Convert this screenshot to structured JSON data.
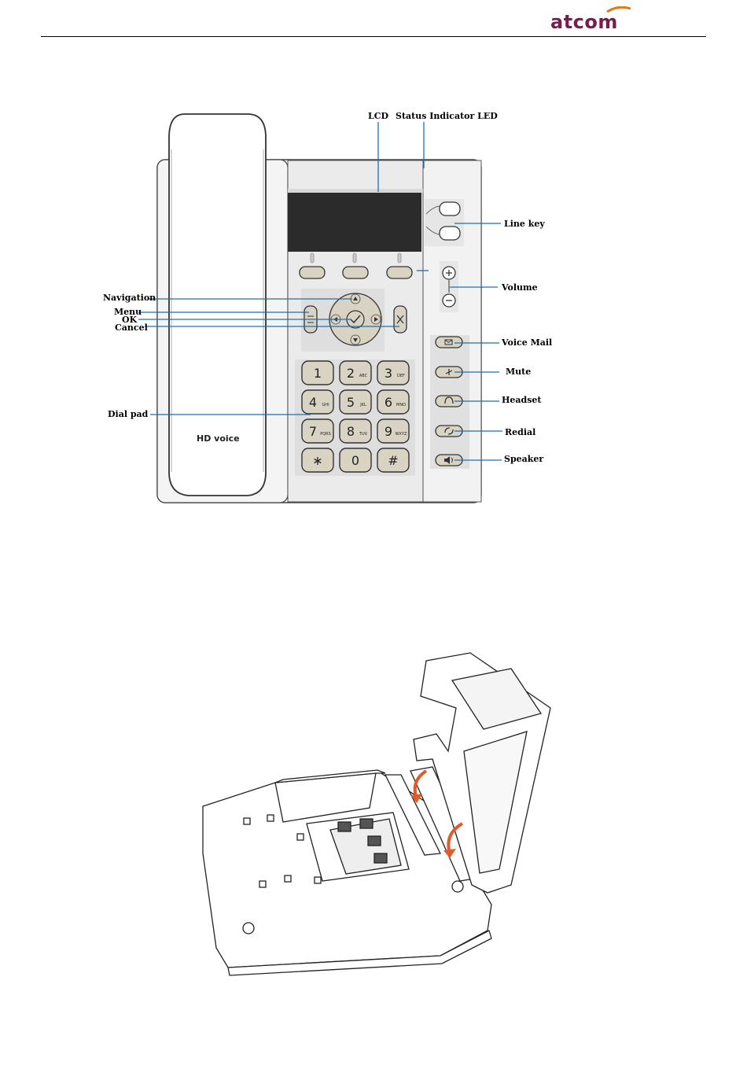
{
  "header": {
    "logo_text": "atcom"
  },
  "phone_figure": {
    "labels": {
      "lcd": "LCD",
      "status_indicator_led": "Status Indicator  LED",
      "line_key": "Line key",
      "volume": "Volume",
      "navigation": "Navigation",
      "menu": "Menu",
      "ok": "OK",
      "cancel": "Cancel",
      "dial_pad": "Dial pad",
      "voice_mail": "Voice Mail",
      "mute": "Mute",
      "headset": "Headset",
      "redial": "Redial",
      "speaker": "Speaker"
    },
    "handset_branding": "HD voice",
    "keypad": [
      {
        "digit": "1",
        "letters": ""
      },
      {
        "digit": "2",
        "letters": "ABC"
      },
      {
        "digit": "3",
        "letters": "DEF"
      },
      {
        "digit": "4",
        "letters": "GHI"
      },
      {
        "digit": "5",
        "letters": "JKL"
      },
      {
        "digit": "6",
        "letters": "MNO"
      },
      {
        "digit": "7",
        "letters": "PQRS"
      },
      {
        "digit": "8",
        "letters": "TUV"
      },
      {
        "digit": "9",
        "letters": "WXYZ"
      },
      {
        "digit": "∗",
        "letters": ""
      },
      {
        "digit": "0",
        "letters": ""
      },
      {
        "digit": "#",
        "letters": ""
      }
    ]
  },
  "colors": {
    "callout_line": "#1f6fb0",
    "panel_gray": "#e3e3e3",
    "key_fill": "#d9d3c4",
    "lcd_fill": "#2b2b2b",
    "logo": "#7a1a4f",
    "logo_swoosh": "#e07a1a",
    "arrow": "#e05a2a"
  }
}
